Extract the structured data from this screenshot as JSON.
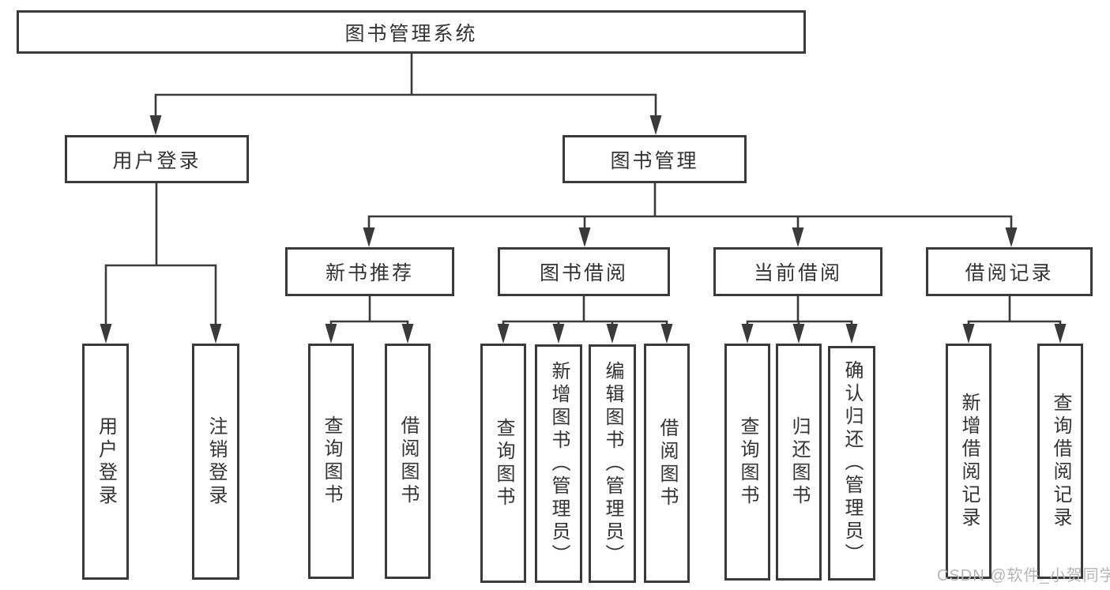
{
  "diagram": {
    "type": "hierarchy-tree",
    "nodes": {
      "root": {
        "label": "图书管理系统"
      },
      "level2": [
        {
          "label": "用户登录"
        },
        {
          "label": "图书管理"
        }
      ],
      "level3": [
        {
          "label": "新书推荐"
        },
        {
          "label": "图书借阅"
        },
        {
          "label": "当前借阅"
        },
        {
          "label": "借阅记录"
        }
      ],
      "leaves": {
        "user_login": [
          "用户登录",
          "注销登录"
        ],
        "new_book_recommend": [
          "查询图书",
          "借阅图书"
        ],
        "book_borrow": [
          "查询图书",
          "新增图书（管理员）",
          "编辑图书（管理员）",
          "借阅图书"
        ],
        "current_borrow": [
          "查询图书",
          "归还图书",
          "确认归还（管理员）"
        ],
        "borrow_record": [
          "新增借阅记录",
          "查询借阅记录"
        ]
      }
    },
    "colors": {
      "line": "#3a3a3a",
      "border": "#3a3a3a",
      "text": "#333333",
      "watermark": "#b5b5b5",
      "background": "#ffffff"
    }
  },
  "watermark": {
    "text": "CSDN @软件_小贺同学"
  }
}
